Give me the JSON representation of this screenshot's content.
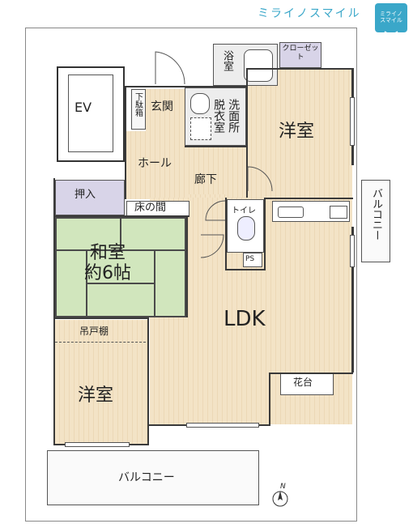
{
  "brand": {
    "name": "ミライノスマイル",
    "badge_top": "ミライノ",
    "badge_bottom": "スマイル",
    "badge_color": "#3aa7c9",
    "text_color": "#3aa7c9"
  },
  "rooms": {
    "ev": "EV",
    "genkan": "玄関",
    "geta_bako": "下駄箱",
    "yokushitsu": "浴室",
    "closet": "クローゼット",
    "datsui": "脱衣室",
    "senmen": "洗面所",
    "youshitsu_north": "洋室",
    "hall": "ホール",
    "rouka": "廊下",
    "oshiire": "押入",
    "toko": "床の間",
    "toilet": "トイレ",
    "ps": "PS",
    "washitsu_line1": "和室",
    "washitsu_line2": "約6帖",
    "ldk": "LDK",
    "tsuridana": "吊戸棚",
    "youshitsu_south": "洋室",
    "kadai": "花台",
    "balcony_east": "バルコニー",
    "balcony_south": "バルコニー"
  },
  "compass": {
    "label": "N"
  },
  "colors": {
    "wood_floor": "#f3e3c6",
    "tatami": "#d1e6bd",
    "closet_purple": "#d8d4e8",
    "wet_area": "#ededed"
  }
}
